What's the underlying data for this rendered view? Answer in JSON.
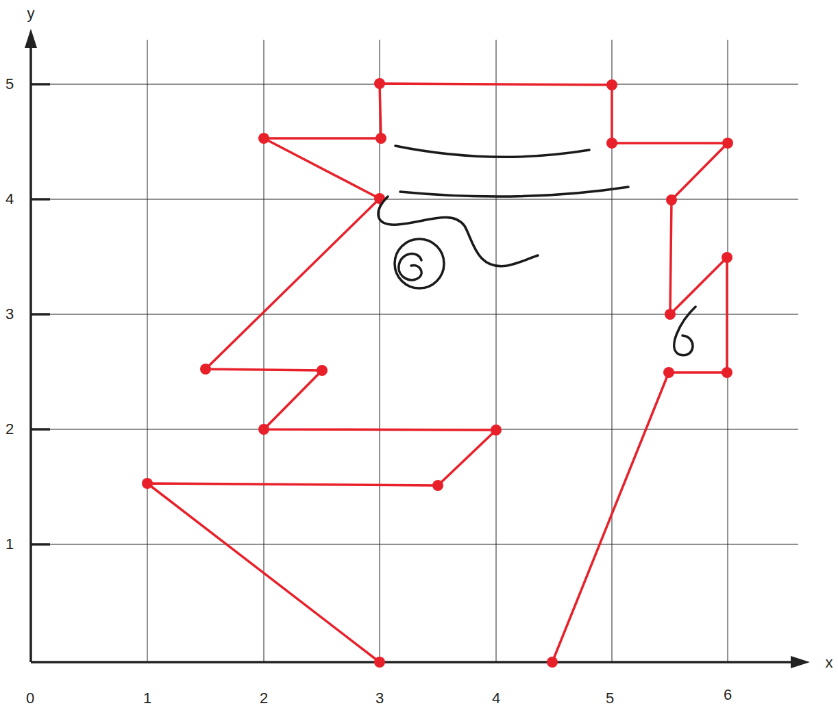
{
  "diagram": {
    "labels": [
      "y",
      "5",
      "4",
      "3",
      "2",
      "1",
      "0",
      "1",
      "2",
      "3",
      "4",
      "5",
      "6",
      "x"
    ]
  }
}
